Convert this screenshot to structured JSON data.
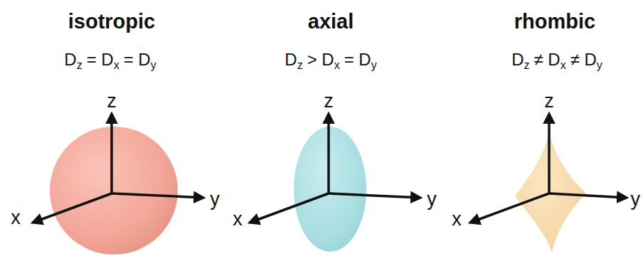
{
  "diagram": {
    "labels": [
      "isotropic",
      "axial",
      "rhombic",
      "D",
      "z",
      "= D",
      "x",
      "= D",
      "y",
      "D",
      "z",
      "> D",
      "x",
      "= D",
      "y",
      "D",
      "z",
      "≠ D",
      "x",
      "≠ D",
      "y",
      "z",
      "y",
      "x",
      "z",
      "y",
      "x",
      "z",
      "y",
      "x"
    ]
  }
}
